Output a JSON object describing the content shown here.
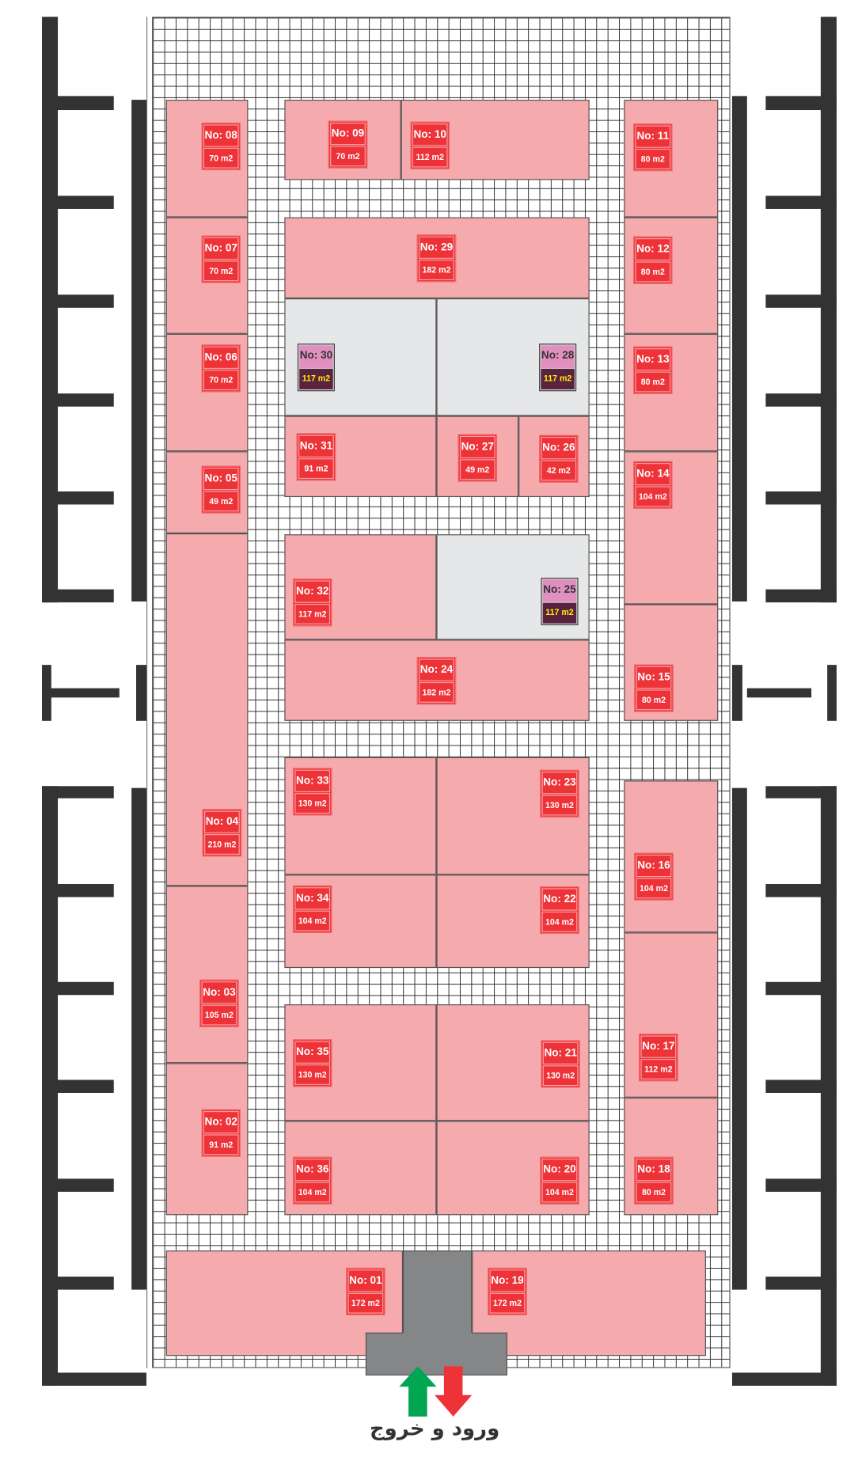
{
  "colors": {
    "stall": "#f5aaae",
    "label": "#ee3338",
    "reserved_area": "#e6e7e8",
    "reserved_label_top": "#e08fbf",
    "reserved_label_bottom": "#5a2140",
    "entrance": "#858688",
    "walls": "#333333",
    "enter_arrow": "#00a651",
    "exit_arrow": "#ee3338"
  },
  "stalls": [
    {
      "no": "No: 01",
      "area": "172 m2",
      "type": "normal"
    },
    {
      "no": "No: 02",
      "area": "91 m2",
      "type": "normal"
    },
    {
      "no": "No: 03",
      "area": "105 m2",
      "type": "normal"
    },
    {
      "no": "No: 04",
      "area": "210 m2",
      "type": "normal"
    },
    {
      "no": "No: 05",
      "area": "49 m2",
      "type": "normal"
    },
    {
      "no": "No: 06",
      "area": "70 m2",
      "type": "normal"
    },
    {
      "no": "No: 07",
      "area": "70 m2",
      "type": "normal"
    },
    {
      "no": "No: 08",
      "area": "70 m2",
      "type": "normal"
    },
    {
      "no": "No: 09",
      "area": "70 m2",
      "type": "normal"
    },
    {
      "no": "No: 10",
      "area": "112 m2",
      "type": "normal"
    },
    {
      "no": "No: 11",
      "area": "80 m2",
      "type": "normal"
    },
    {
      "no": "No: 12",
      "area": "80 m2",
      "type": "normal"
    },
    {
      "no": "No: 13",
      "area": "80 m2",
      "type": "normal"
    },
    {
      "no": "No: 14",
      "area": "104 m2",
      "type": "normal"
    },
    {
      "no": "No: 15",
      "area": "80 m2",
      "type": "normal"
    },
    {
      "no": "No: 16",
      "area": "104 m2",
      "type": "normal"
    },
    {
      "no": "No: 17",
      "area": "112 m2",
      "type": "normal"
    },
    {
      "no": "No: 18",
      "area": "80 m2",
      "type": "normal"
    },
    {
      "no": "No: 19",
      "area": "172 m2",
      "type": "normal"
    },
    {
      "no": "No: 20",
      "area": "104 m2",
      "type": "normal"
    },
    {
      "no": "No: 21",
      "area": "130 m2",
      "type": "normal"
    },
    {
      "no": "No: 22",
      "area": "104 m2",
      "type": "normal"
    },
    {
      "no": "No: 23",
      "area": "130 m2",
      "type": "normal"
    },
    {
      "no": "No: 24",
      "area": "182 m2",
      "type": "normal"
    },
    {
      "no": "No: 25",
      "area": "117 m2",
      "type": "reserved"
    },
    {
      "no": "No: 26",
      "area": "42 m2",
      "type": "normal"
    },
    {
      "no": "No: 27",
      "area": "49 m2",
      "type": "normal"
    },
    {
      "no": "No: 28",
      "area": "117 m2",
      "type": "reserved"
    },
    {
      "no": "No: 29",
      "area": "182 m2",
      "type": "normal"
    },
    {
      "no": "No: 30",
      "area": "117 m2",
      "type": "reserved"
    },
    {
      "no": "No: 31",
      "area": "91 m2",
      "type": "normal"
    },
    {
      "no": "No: 32",
      "area": "117 m2",
      "type": "normal"
    },
    {
      "no": "No: 33",
      "area": "130 m2",
      "type": "normal"
    },
    {
      "no": "No: 34",
      "area": "104 m2",
      "type": "normal"
    },
    {
      "no": "No: 35",
      "area": "130 m2",
      "type": "normal"
    },
    {
      "no": "No: 36",
      "area": "104 m2",
      "type": "normal"
    }
  ],
  "entrance": {
    "label": "ورود و خروج"
  }
}
